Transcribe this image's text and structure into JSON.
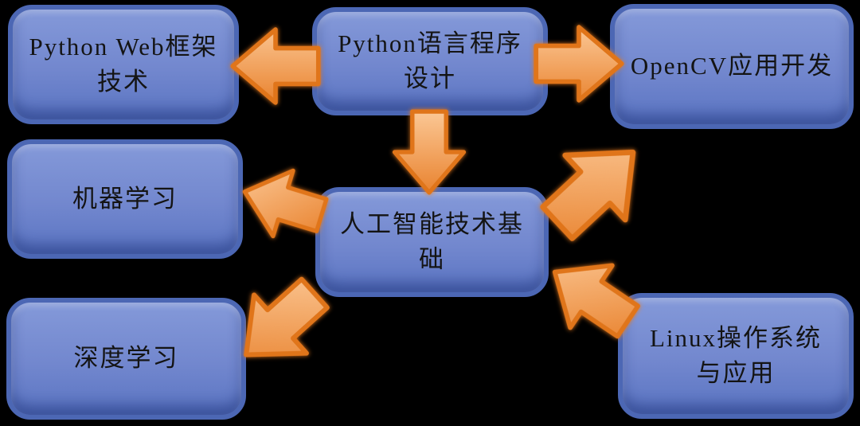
{
  "diagram": {
    "title": "课程体系图 (course relationship diagram)",
    "colors": {
      "background": "#000000",
      "node_fill_light": "#8499d9",
      "node_fill_dark": "#5a74c2",
      "node_border": "#4c67b4",
      "node_text": "#141414",
      "arrow_fill_light": "#fbc795",
      "arrow_fill_dark": "#e9832f",
      "arrow_border": "#e0751a"
    },
    "nodes": [
      {
        "id": "python-web",
        "label": "Python Web框架\n技术"
      },
      {
        "id": "python-lang",
        "label": "Python语言程序\n设计"
      },
      {
        "id": "opencv",
        "label": "OpenCV应用开发"
      },
      {
        "id": "machine-learning",
        "label": "机器学习"
      },
      {
        "id": "ai-foundation",
        "label": "人工智能技术基\n础"
      },
      {
        "id": "deep-learning",
        "label": "深度学习"
      },
      {
        "id": "linux",
        "label": "Linux操作系统\n与应用"
      }
    ],
    "connections": [
      {
        "from": "python-lang",
        "to": "python-web",
        "direction": "left"
      },
      {
        "from": "python-lang",
        "to": "opencv",
        "direction": "right"
      },
      {
        "from": "python-lang",
        "to": "ai-foundation",
        "direction": "down"
      },
      {
        "from": "ai-foundation",
        "to": "machine-learning",
        "direction": "up-left"
      },
      {
        "from": "ai-foundation",
        "to": "deep-learning",
        "direction": "down-left"
      },
      {
        "from": "ai-foundation",
        "to": "opencv",
        "direction": "up-right"
      },
      {
        "from": "linux",
        "to": "ai-foundation",
        "direction": "up-left"
      }
    ]
  }
}
